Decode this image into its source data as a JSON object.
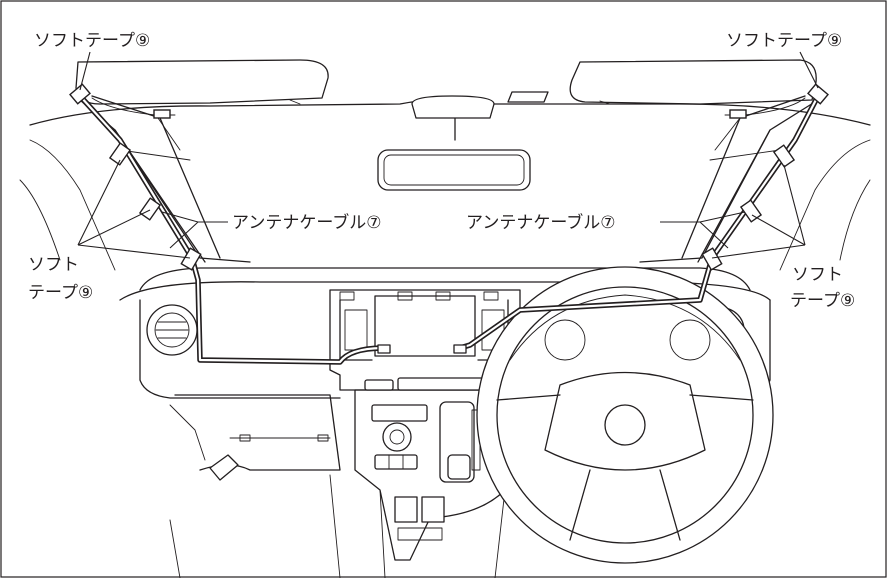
{
  "labels": {
    "soft_tape_top_left": "ソフトテープ⑨",
    "soft_tape_top_right": "ソフトテープ⑨",
    "antenna_cable_left": "アンテナケーブル⑦",
    "antenna_cable_right": "アンテナケーブル⑦",
    "soft_tape_left_line1": "ソフト",
    "soft_tape_left_line2": "テープ⑨",
    "soft_tape_right_line1": "ソフト",
    "soft_tape_right_line2": "テープ⑨"
  }
}
